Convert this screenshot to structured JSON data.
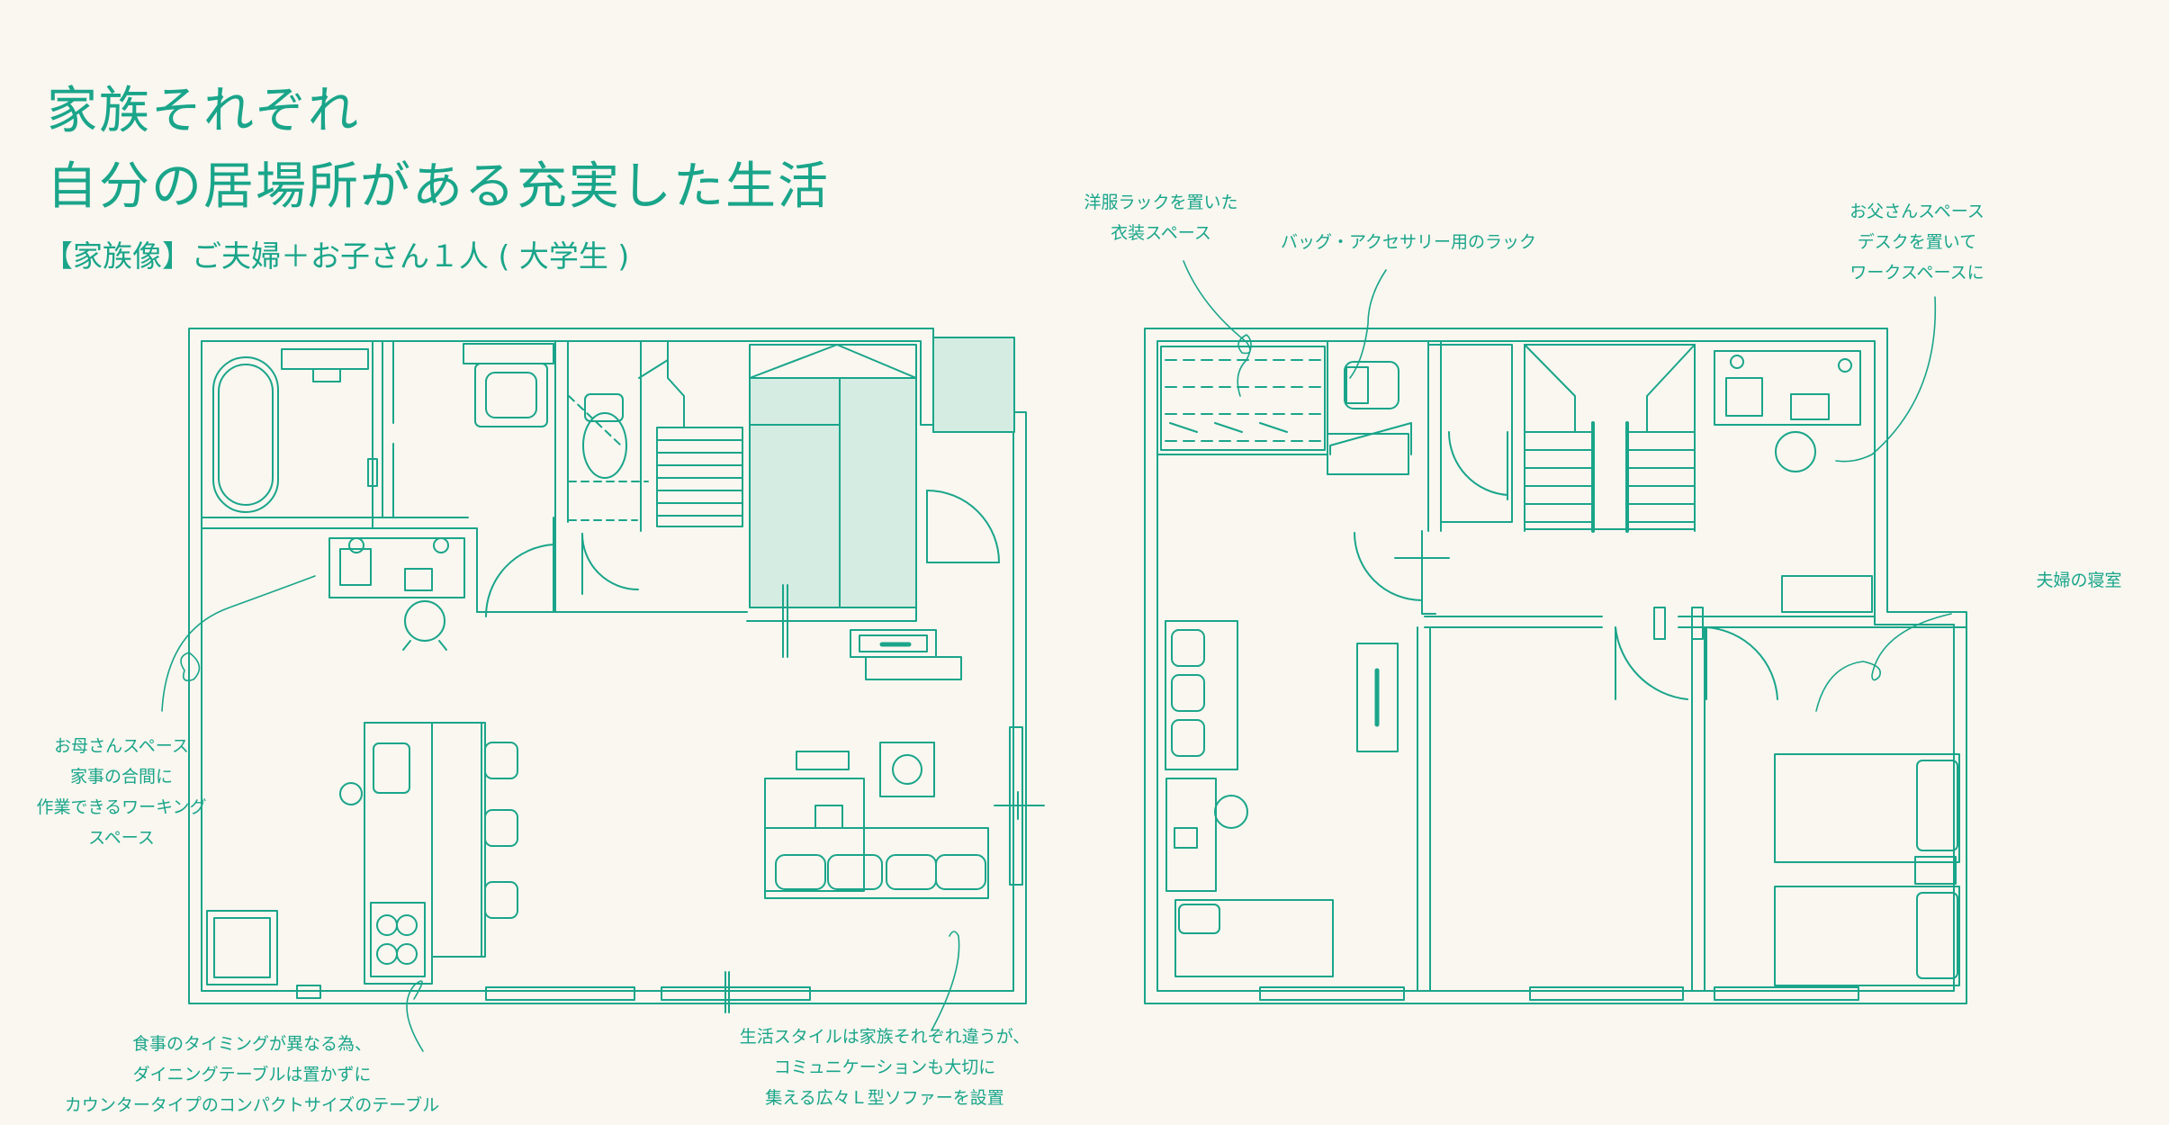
{
  "header": {
    "title_line1": "家族それぞれ",
    "title_line2": "自分の居場所がある充実した生活",
    "family": "【家族像】ご夫婦＋お子さん１人 ( 大学生 )"
  },
  "annotations": {
    "mother_space": [
      "お母さんスペース",
      "家事の合間に",
      "作業できるワーキング",
      "スペース"
    ],
    "dining": [
      "食事のタイミングが異なる為、",
      "ダイニングテーブルは置かずに",
      "カウンタータイプのコンパクトサイズのテーブル"
    ],
    "sofa": [
      "生活スタイルは家族それぞれ違うが、",
      "コミュニケーションも大切に",
      "集える広々Ｌ型ソファーを設置"
    ],
    "clothes_rack": [
      "洋服ラックを置いた",
      "衣装スペース"
    ],
    "bag_rack": [
      "バッグ・アクセサリー用のラック"
    ],
    "father_space": [
      "お父さんスペース",
      "デスクを置いて",
      "ワークスペースに"
    ],
    "master_bedroom": [
      "夫婦の寝室"
    ]
  },
  "colors": {
    "background": "#f9f7f0",
    "accent": "#1aa58a",
    "stair_fill": "#d5ece3"
  }
}
